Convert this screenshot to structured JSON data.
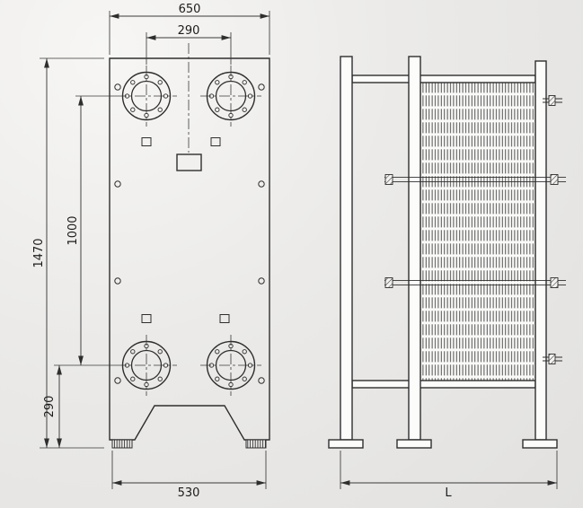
{
  "front_view": {
    "dim_width_top": "650",
    "dim_port_spacing_horizontal": "290",
    "dim_total_height": "1470",
    "dim_port_spacing_vertical": "1000",
    "dim_port_to_base": "290",
    "dim_feet_spacing": "530"
  },
  "side_view": {
    "dim_length": "L"
  },
  "colors": {
    "line": "#2e2e2e",
    "text": "#1b1b1b",
    "background": "#e9e8e6"
  }
}
